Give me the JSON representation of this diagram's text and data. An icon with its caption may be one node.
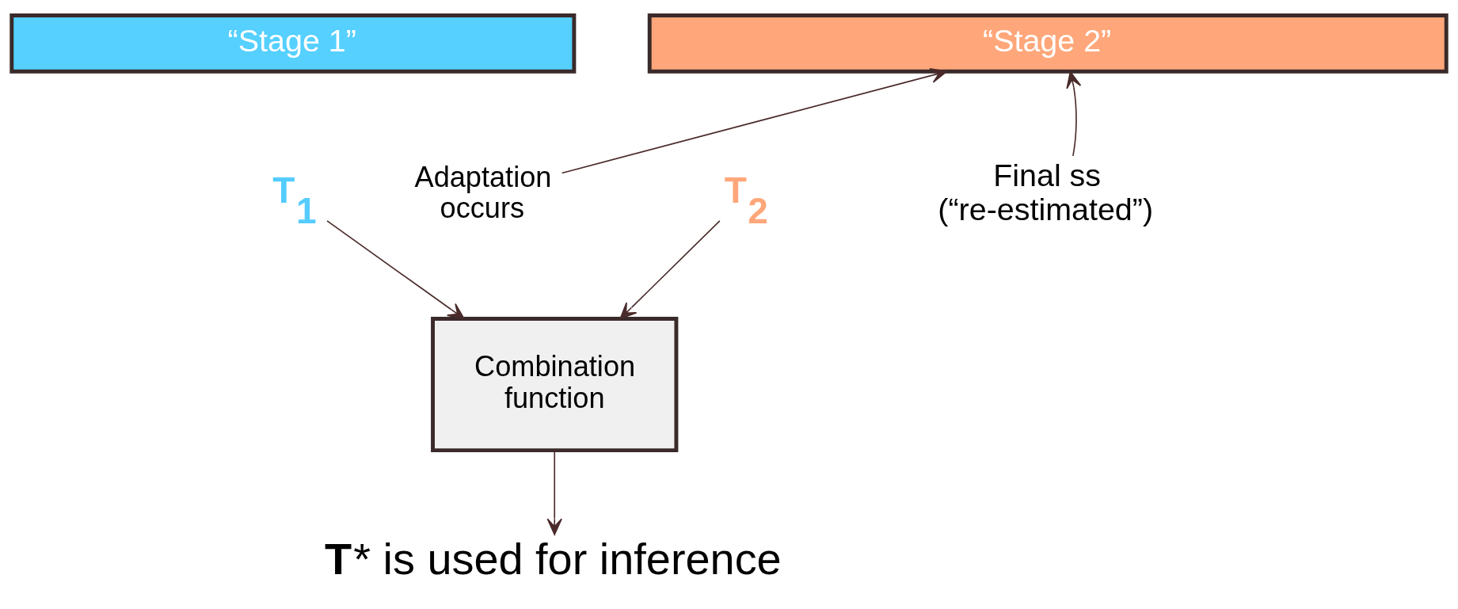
{
  "diagram": {
    "nodes": [
      {
        "text": [
          "“Stage 1”"
        ]
      },
      {
        "text": [
          "“Stage 2”"
        ]
      },
      {
        "text": [
          "T$_{1}$"
        ]
      },
      {
        "text": [
          "Adaptation occurs"
        ]
      },
      {
        "text": [
          "T$_{2}$"
        ]
      },
      {
        "text": [
          "Final ss (“re-estimated”)"
        ]
      },
      {
        "text": [
          "Combination function"
        ]
      },
      {
        "text": [
          "**T*** is used for inference"
        ]
      }
    ],
    "edges": [
      {
        "from": 3,
        "to": 1,
        "arrow": "to"
      },
      {
        "from": 5,
        "to": 1,
        "arrow": "to"
      },
      {
        "from": 2,
        "to": 6,
        "arrow": "to"
      },
      {
        "from": 4,
        "to": 6,
        "arrow": "to"
      },
      {
        "from": 6,
        "to": 7,
        "arrow": "to"
      }
    ]
  }
}
